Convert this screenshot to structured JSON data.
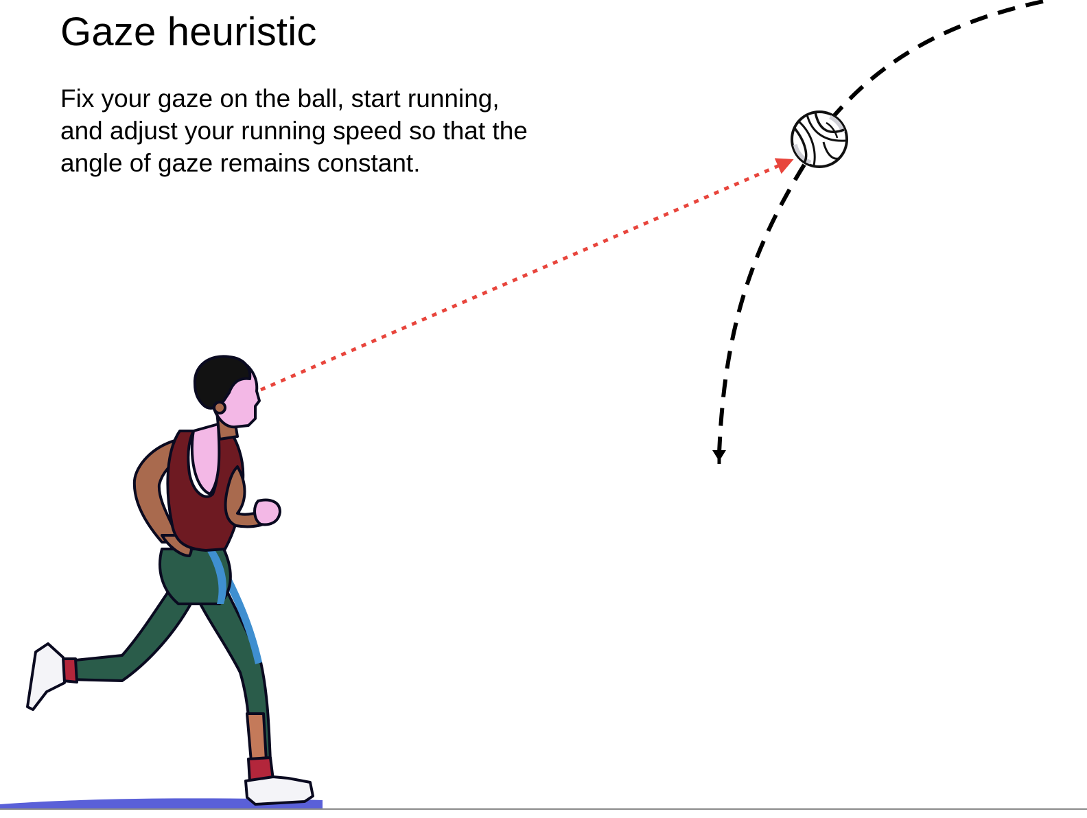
{
  "slide": {
    "title": "Gaze heuristic",
    "description_lines": [
      "Fix your gaze on the ball, start running,",
      "and adjust your running speed so that the",
      "angle of gaze remains constant."
    ]
  },
  "colors": {
    "background": "#ffffff",
    "text": "#000000",
    "trajectory": "#000000",
    "gaze_line": "#e8453c",
    "shirt": "#6e1a22",
    "shorts": "#2a5c4a",
    "shorts_stripe": "#3f8fd0",
    "socks": "#b3263b",
    "skin_shadow": "#a96a4e",
    "skin_light": "#f3b8e6"
  },
  "icons": {
    "runner": "runner-figure-icon",
    "ball": "volleyball-icon",
    "arrowhead": "arrowhead-icon"
  }
}
